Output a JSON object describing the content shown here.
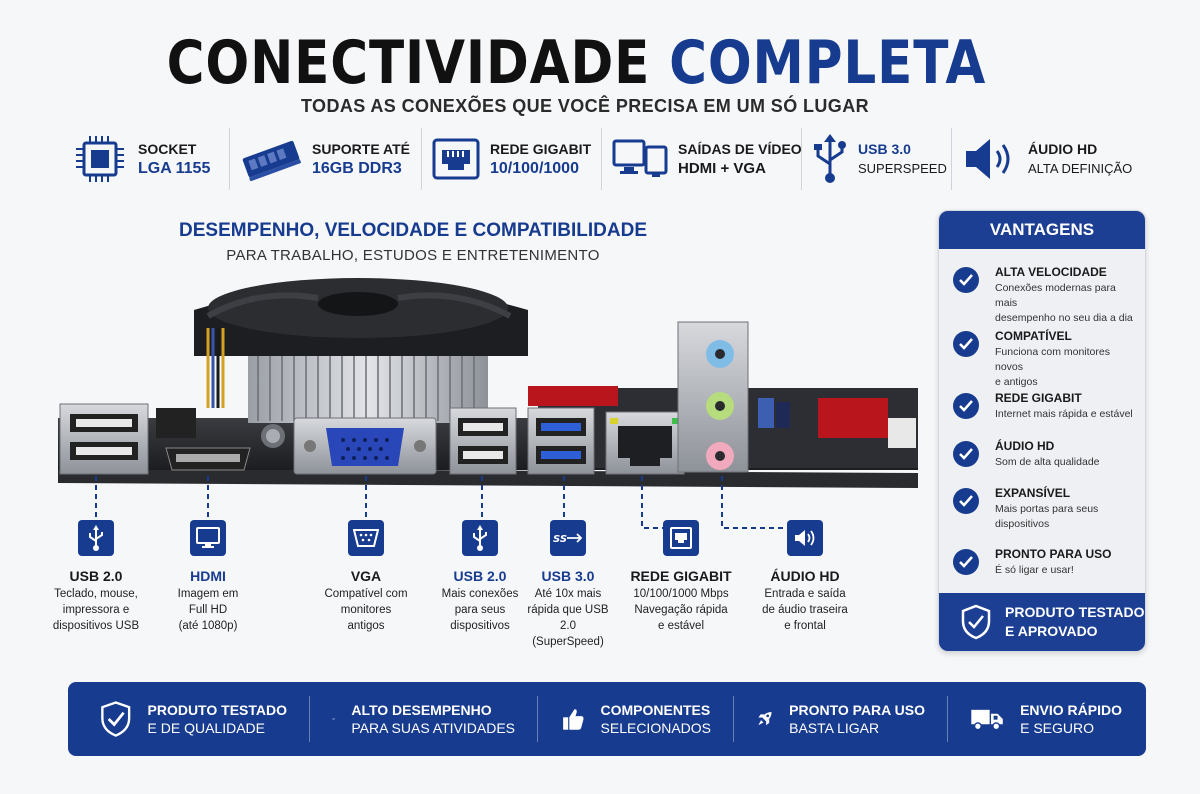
{
  "title": {
    "main": "CONECTIVIDADE",
    "accent": "COMPLETA"
  },
  "subtitle": "TODAS AS CONEXÕES QUE VOCÊ PRECISA EM UM SÓ LUGAR",
  "top_features": [
    {
      "icon": "cpu-icon",
      "line1": "SOCKET",
      "line2": "LGA 1155"
    },
    {
      "icon": "ram-icon",
      "line1": "SUPORTE ATÉ",
      "line2": "16GB DDR3"
    },
    {
      "icon": "ethernet-icon",
      "line1": "REDE GIGABIT",
      "line2": "10/100/1000"
    },
    {
      "icon": "monitors-icon",
      "line1": "SAÍDAS DE VÍDEO",
      "line2": "HDMI + VGA"
    },
    {
      "icon": "usb-icon",
      "line1": "USB 3.0",
      "line2": "SUPERSPEED"
    },
    {
      "icon": "speaker-icon",
      "line1": "ÁUDIO HD",
      "line2": "ALTA DEFINIÇÃO"
    }
  ],
  "mid": {
    "headline": "DESEMPENHO, VELOCIDADE E COMPATIBILIDADE",
    "sub": "PARA TRABALHO, ESTUDOS E ENTRETENIMENTO"
  },
  "ports": [
    {
      "icon": "usb-icon",
      "name": "USB 2.0",
      "desc": [
        "Teclado, mouse,",
        "impressora e",
        "dispositivos USB"
      ]
    },
    {
      "icon": "monitor-icon",
      "name": "HDMI",
      "desc": [
        "Imagem em",
        "Full HD",
        "(até 1080p)"
      ]
    },
    {
      "icon": "vga-icon",
      "name": "VGA",
      "desc": [
        "Compatível com",
        "monitores",
        "antigos"
      ]
    },
    {
      "icon": "usb-icon",
      "name": "USB 2.0",
      "desc": [
        "Mais conexões",
        "para seus",
        "dispositivos"
      ]
    },
    {
      "icon": "usb-ss-icon",
      "name": "USB 3.0",
      "desc": [
        "Até 10x mais",
        "rápida que USB 2.0",
        "(SuperSpeed)"
      ]
    },
    {
      "icon": "ethernet-icon",
      "name": "REDE GIGABIT",
      "desc": [
        "10/100/1000 Mbps",
        "Navegação rápida",
        "e estável"
      ]
    },
    {
      "icon": "speaker-icon",
      "name": "ÁUDIO HD",
      "desc": [
        "Entrada e saída",
        "de áudio traseira",
        "e frontal"
      ]
    }
  ],
  "vantagens": {
    "title": "VANTAGENS",
    "items": [
      {
        "title": "ALTA VELOCIDADE",
        "desc": [
          "Conexões modernas para mais",
          "desempenho no seu dia a dia"
        ]
      },
      {
        "title": "COMPATÍVEL",
        "desc": [
          "Funciona com monitores novos",
          "e antigos"
        ]
      },
      {
        "title": "REDE GIGABIT",
        "desc": [
          "Internet mais rápida e estável"
        ]
      },
      {
        "title": "ÁUDIO HD",
        "desc": [
          "Som de alta qualidade"
        ]
      },
      {
        "title": "EXPANSÍVEL",
        "desc": [
          "Mais portas para seus",
          "dispositivos"
        ]
      },
      {
        "title": "PRONTO PARA USO",
        "desc": [
          "É só ligar e usar!"
        ]
      }
    ],
    "footer": [
      "PRODUTO TESTADO",
      "E APROVADO"
    ]
  },
  "bottom": [
    {
      "icon": "shield-check-icon",
      "line1": "PRODUTO TESTADO",
      "line2": "E DE QUALIDADE"
    },
    {
      "icon": "speedometer-icon",
      "line1": "ALTO DESEMPENHO",
      "line2": "PARA SUAS ATIVIDADES"
    },
    {
      "icon": "thumbs-up-icon",
      "line1": "COMPONENTES",
      "line2": "SELECIONADOS"
    },
    {
      "icon": "rocket-icon",
      "line1": "PRONTO PARA USO",
      "line2": "BASTA LIGAR"
    },
    {
      "icon": "truck-icon",
      "line1": "ENVIO RÁPIDO",
      "line2": "E SEGURO"
    }
  ],
  "colors": {
    "accent": "#173b8f",
    "board_red": "#b8161c"
  }
}
